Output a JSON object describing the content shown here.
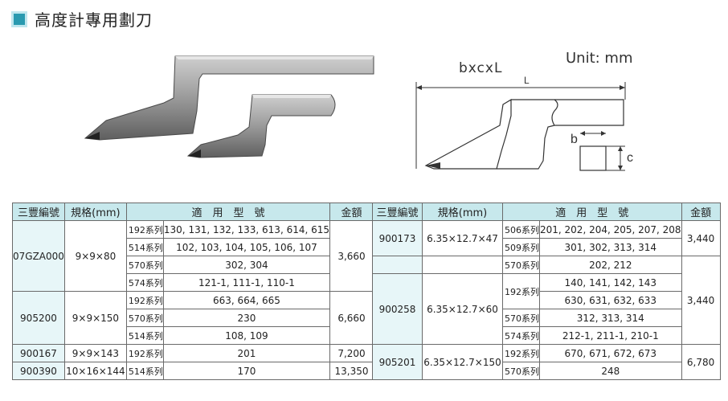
{
  "title": "高度計專用劃刀",
  "diagram": {
    "formula": "bxcxL",
    "unit": "Unit: mm",
    "label_L": "L",
    "label_b": "b",
    "label_c": "c"
  },
  "tables": {
    "left": {
      "headers": [
        "三豐編號",
        "規格(mm)",
        "適　用　型　號",
        "金額"
      ],
      "groups": [
        {
          "code": "07GZA000",
          "spec": "9×9×80",
          "price": "3,660",
          "rows": [
            [
              "192系列",
              "130, 131, 132, 133, 613, 614, 615"
            ],
            [
              "514系列",
              "102, 103, 104, 105, 106, 107"
            ],
            [
              "570系列",
              "302, 304"
            ],
            [
              "574系列",
              "121-1, 111-1, 110-1"
            ]
          ]
        },
        {
          "code": "905200",
          "spec": "9×9×150",
          "price": "6,660",
          "rows": [
            [
              "192系列",
              "663, 664, 665"
            ],
            [
              "570系列",
              "230"
            ],
            [
              "514系列",
              "108, 109"
            ]
          ]
        },
        {
          "code": "900167",
          "spec": "9×9×143",
          "price": "7,200",
          "rows": [
            [
              "192系列",
              "201"
            ]
          ]
        },
        {
          "code": "900390",
          "spec": "10×16×144",
          "price": "13,350",
          "rows": [
            [
              "514系列",
              "170"
            ]
          ]
        }
      ]
    },
    "right": {
      "headers": [
        "三豐編號",
        "規格(mm)",
        "適　用　型　號",
        "金額"
      ],
      "groups": [
        {
          "code": "900173",
          "spec": "6.35×12.7×47",
          "price": "3,440",
          "rows": [
            [
              "506系列",
              "201, 202, 204, 205, 207, 208"
            ],
            [
              "509系列",
              "301, 302, 313, 314"
            ],
            [
              "570系列",
              "202, 212"
            ]
          ]
        },
        {
          "code": "900258",
          "spec": "6.35×12.7×60",
          "price": "3,440",
          "rows": [
            [
              "192系列",
              "140, 141, 142, 143"
            ],
            [
              "",
              "630, 631, 632, 633"
            ],
            [
              "570系列",
              "312, 313, 314"
            ],
            [
              "574系列",
              "212-1, 211-1, 210-1"
            ]
          ]
        },
        {
          "code": "905201",
          "spec": "6.35×12.7×150",
          "price": "6,780",
          "rows": [
            [
              "192系列",
              "670, 671, 672, 673"
            ],
            [
              "570系列",
              "248"
            ]
          ]
        }
      ]
    }
  }
}
